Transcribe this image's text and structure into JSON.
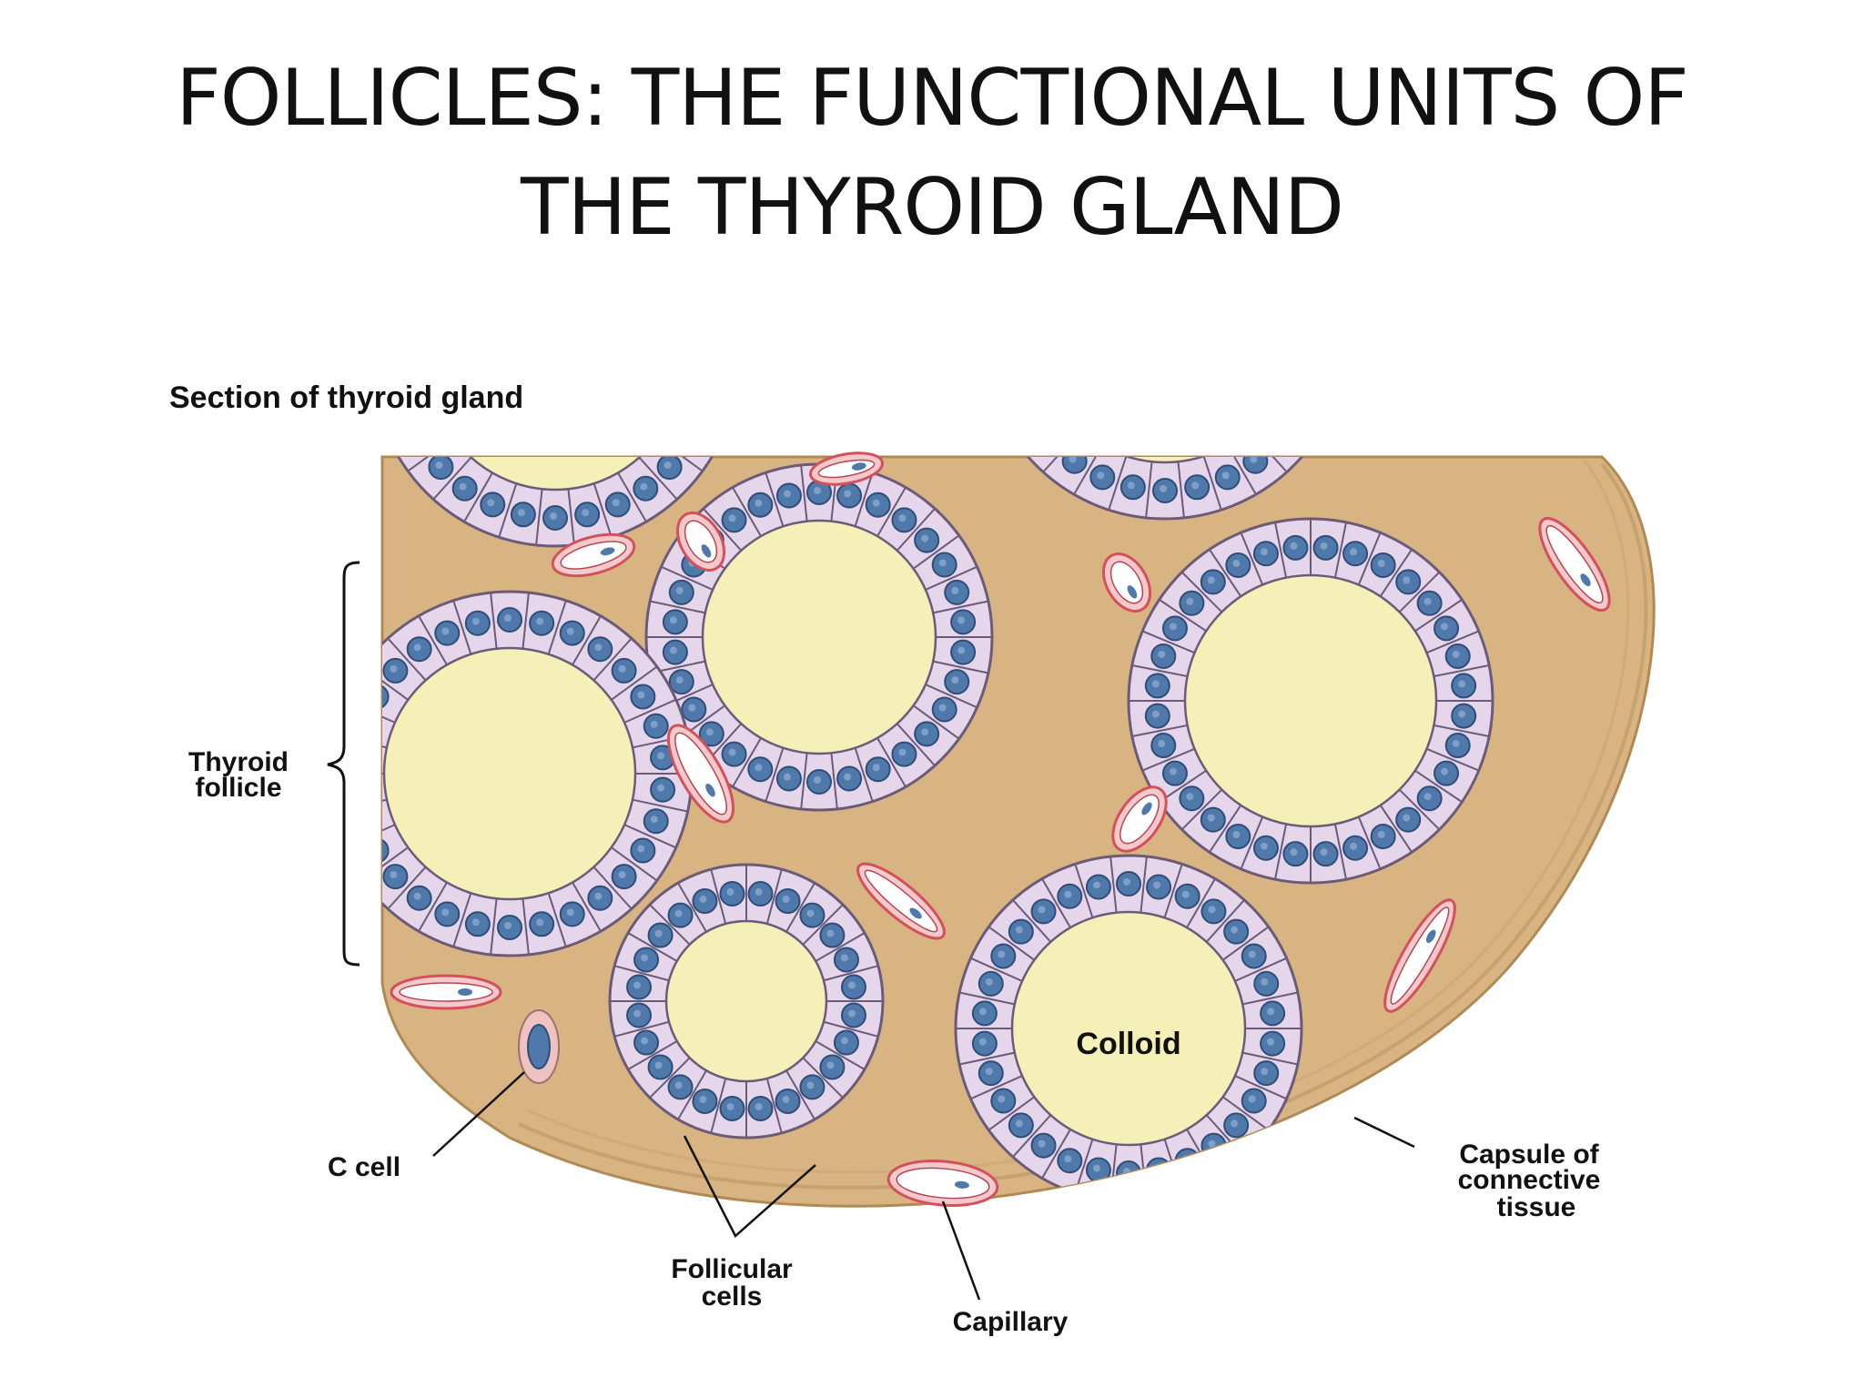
{
  "slide": {
    "title_line1": "FOLLICLES: THE FUNCTIONAL UNITS OF",
    "title_line2": "THE THYROID GLAND"
  },
  "figure": {
    "heading": "Section of thyroid gland",
    "labels": {
      "thyroid_follicle_1": "Thyroid",
      "thyroid_follicle_2": "follicle",
      "c_cell": "C cell",
      "follicular_cells_1": "Follicular",
      "follicular_cells_2": "cells",
      "capillary": "Capillary",
      "colloid": "Colloid",
      "capsule_1": "Capsule of",
      "capsule_2": "connective",
      "capsule_3": "tissue"
    }
  },
  "colors": {
    "colloid": "#f5f0b8",
    "cell_fill": "#e6d6ec",
    "cell_stroke": "#6b5a78",
    "nucleus": "#4f79aa",
    "connective": "#d8b483",
    "capillary_wall": "#d4505a",
    "capillary_lumen": "#ffffff",
    "text": "#111111"
  }
}
